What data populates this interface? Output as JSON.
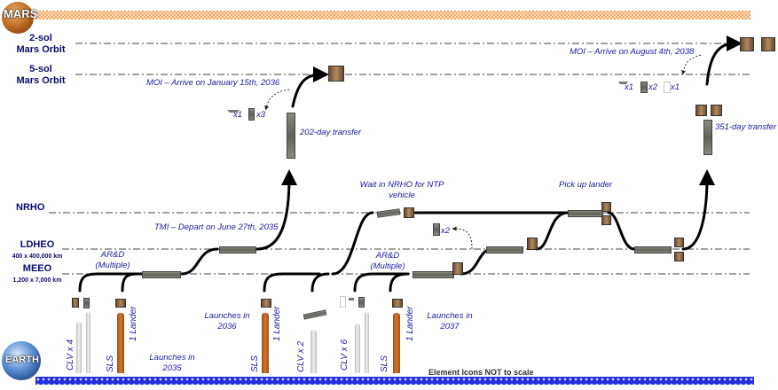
{
  "planets": {
    "mars": {
      "label": "MARS"
    },
    "earth": {
      "label": "EARTH"
    }
  },
  "orbits": [
    {
      "id": "2sol",
      "label_line1": "2-sol",
      "label_line2": "Mars Orbit"
    },
    {
      "id": "5sol",
      "label_line1": "5-sol",
      "label_line2": "Mars Orbit"
    },
    {
      "id": "nrho",
      "label_line1": "NRHO"
    },
    {
      "id": "ldheo",
      "label_line1": "LDHEO",
      "label_line2": "400 x 400,000 km"
    },
    {
      "id": "meeo",
      "label_line1": "MEEO",
      "label_line2": "1,200 x 7,000 km"
    }
  ],
  "annotations": {
    "moi_2036": "MOI – Arrive on January 15th, 2036",
    "moi_2038": "MOI – Arrive on August 4th, 2038",
    "transfer_202": "202-day transfer",
    "transfer_351": "351-day transfer",
    "tmi_2035": "TMI – Depart on June 27th, 2035",
    "wait_nrho": "Wait in NRHO for NTP vehicle",
    "pickup_lander": "Pick up lander",
    "ard_1": "AR&D (Multiple)",
    "ard_2": "AR&D (Multiple)",
    "launches_2035": "Launches in 2035",
    "launches_2036": "Launches in 2036",
    "launches_2037": "Launches in 2037",
    "disclaimer": "Element Icons NOT to scale"
  },
  "counts": {
    "mission1_a": "x1",
    "mission1_b": "x3",
    "mission2_a": "x1",
    "mission2_b": "x2",
    "mission2_c": "x1",
    "nrho_drop": "x2"
  },
  "launch_labels": {
    "clv4": "CLV x 4",
    "sls1": "SLS",
    "lander1": "1 Lander",
    "sls2": "SLS",
    "lander2": "1 Lander",
    "clv2": "CLV x 2",
    "clv6": "CLV x 6",
    "sls3": "SLS",
    "lander3": "1 Lander"
  },
  "colors": {
    "label_navy": "#0b0b6e",
    "note_blue": "#1a1aa0",
    "mars_band": "#f7a35c",
    "earth_band": "#1f2fe0"
  }
}
